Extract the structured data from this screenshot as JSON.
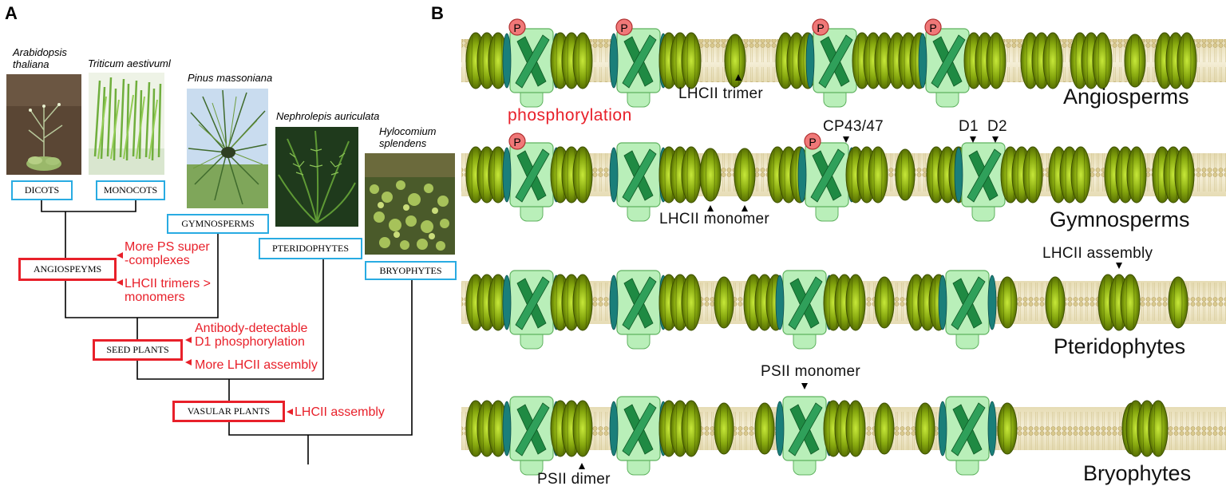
{
  "panels": {
    "a": "A",
    "b": "B"
  },
  "species": {
    "arabidopsis_l1": "Arabidopsis",
    "arabidopsis_l2": "thaliana",
    "triticum": "Triticum aestivuml",
    "pinus": "Pinus massoniana",
    "nephrolepis": "Nephrolepis auriculata",
    "hylocomium_l1": "Hylocomium",
    "hylocomium_l2": "splendens"
  },
  "tree": {
    "dicots": "DICOTS",
    "monocots": "MONOCOTS",
    "gymnosperms": "GYMNOSPERMS",
    "pteridophytes": "PTERIDOPHYTES",
    "bryophytes": "BRYOPHYTES",
    "angiosperms_node": "ANGIOSPEYMS",
    "seed_plants": "SEED PLANTS",
    "vascular_plants": "VASULAR PLANTS"
  },
  "traits": {
    "ps_super_l1": "More PS super",
    "ps_super_l2": "-complexes",
    "lhcii_trimers_l1": "LHCII trimers >",
    "lhcii_trimers_l2": "monomers",
    "antibody_l1": "Antibody-detectable",
    "antibody_l2": "D1 phosphorylation",
    "more_lhcii": "More LHCII assembly",
    "lhcii_assembly": "LHCII assembly"
  },
  "membrane_labels": {
    "lhcii_trimer": "LHCII trimer",
    "phosphorylation": "phosphorylation",
    "cp43_47": "CP43/47",
    "d1": "D1",
    "d2": "D2",
    "lhcii_monomer": "LHCII monomer",
    "lhcii_assembly": "LHCII assembly",
    "psii_monomer": "PSII monomer",
    "psii_dimer": "PSII dimer",
    "phospho_symbol": "P"
  },
  "groups": {
    "angiosperms": "Angiosperms",
    "gymnosperms": "Gymnosperms",
    "pteridophytes": "Pteridophytes",
    "bryophytes": "Bryophytes"
  },
  "colors": {
    "trait_red": "#e8202a",
    "clade_blue": "#29abe2",
    "membrane": "#efe6c4",
    "lhcii_green": "#7a9a00",
    "psii_core": "#1f8a43",
    "psii_shell": "#b9efb9",
    "cp_teal": "#1a7f7a",
    "phospho_pink": "#f07878"
  }
}
